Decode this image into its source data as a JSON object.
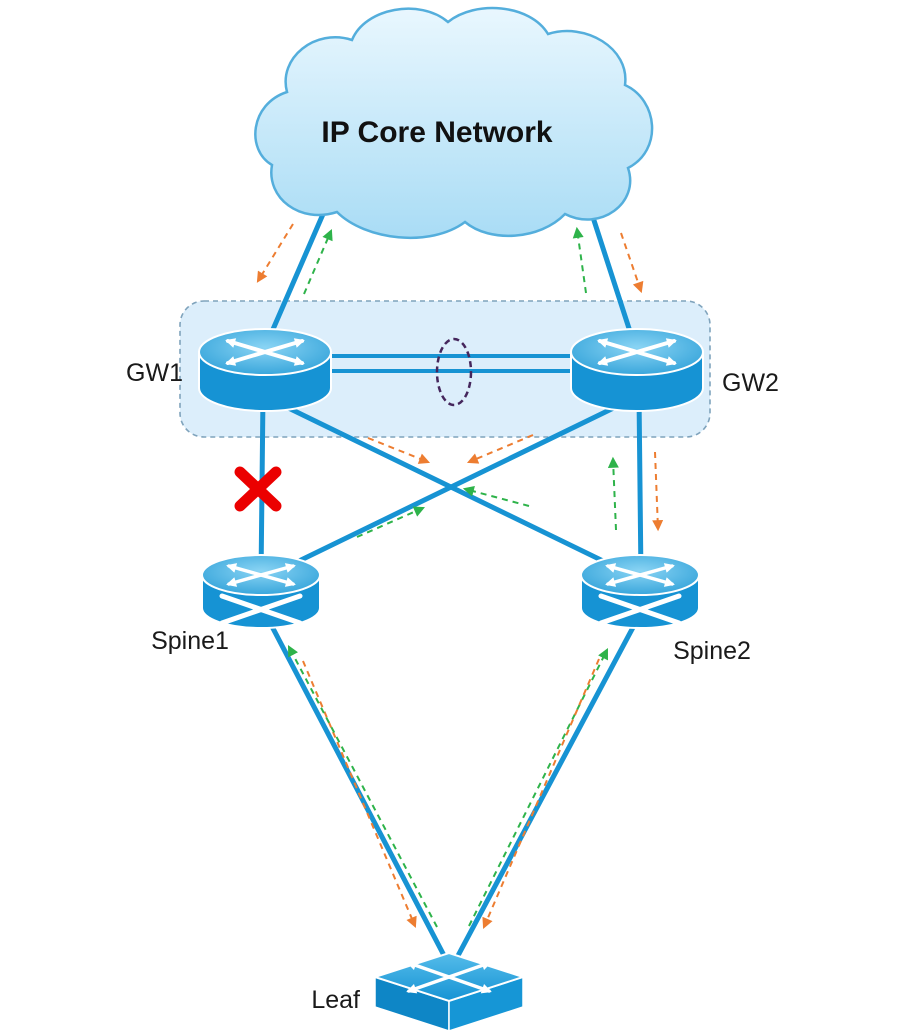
{
  "diagram": {
    "nodes": {
      "cloud": {
        "label": "IP Core Network",
        "icon": "cloud-icon"
      },
      "gw1": {
        "label": "GW1",
        "icon": "router-icon"
      },
      "gw2": {
        "label": "GW2",
        "icon": "router-icon"
      },
      "spine1": {
        "label": "Spine1",
        "icon": "spine-switch-icon"
      },
      "spine2": {
        "label": "Spine2",
        "icon": "spine-switch-icon"
      },
      "leaf": {
        "label": "Leaf",
        "icon": "leaf-switch-icon"
      }
    },
    "symbols": {
      "link_failure": "red-x-icon",
      "peer_link_ring": "dashed-ellipse-icon",
      "gateway_group": "dashed-rounded-box"
    },
    "colors": {
      "link_blue": "#1793D3",
      "arrow_orange": "#ED7D31",
      "arrow_green": "#2EB34A",
      "failure_red": "#EB0000",
      "ring_purple": "#45265C",
      "group_box_fill": "#DCEEFB",
      "node_fill": "#1693D4",
      "cloud_fill": "#BFE4F7"
    }
  }
}
